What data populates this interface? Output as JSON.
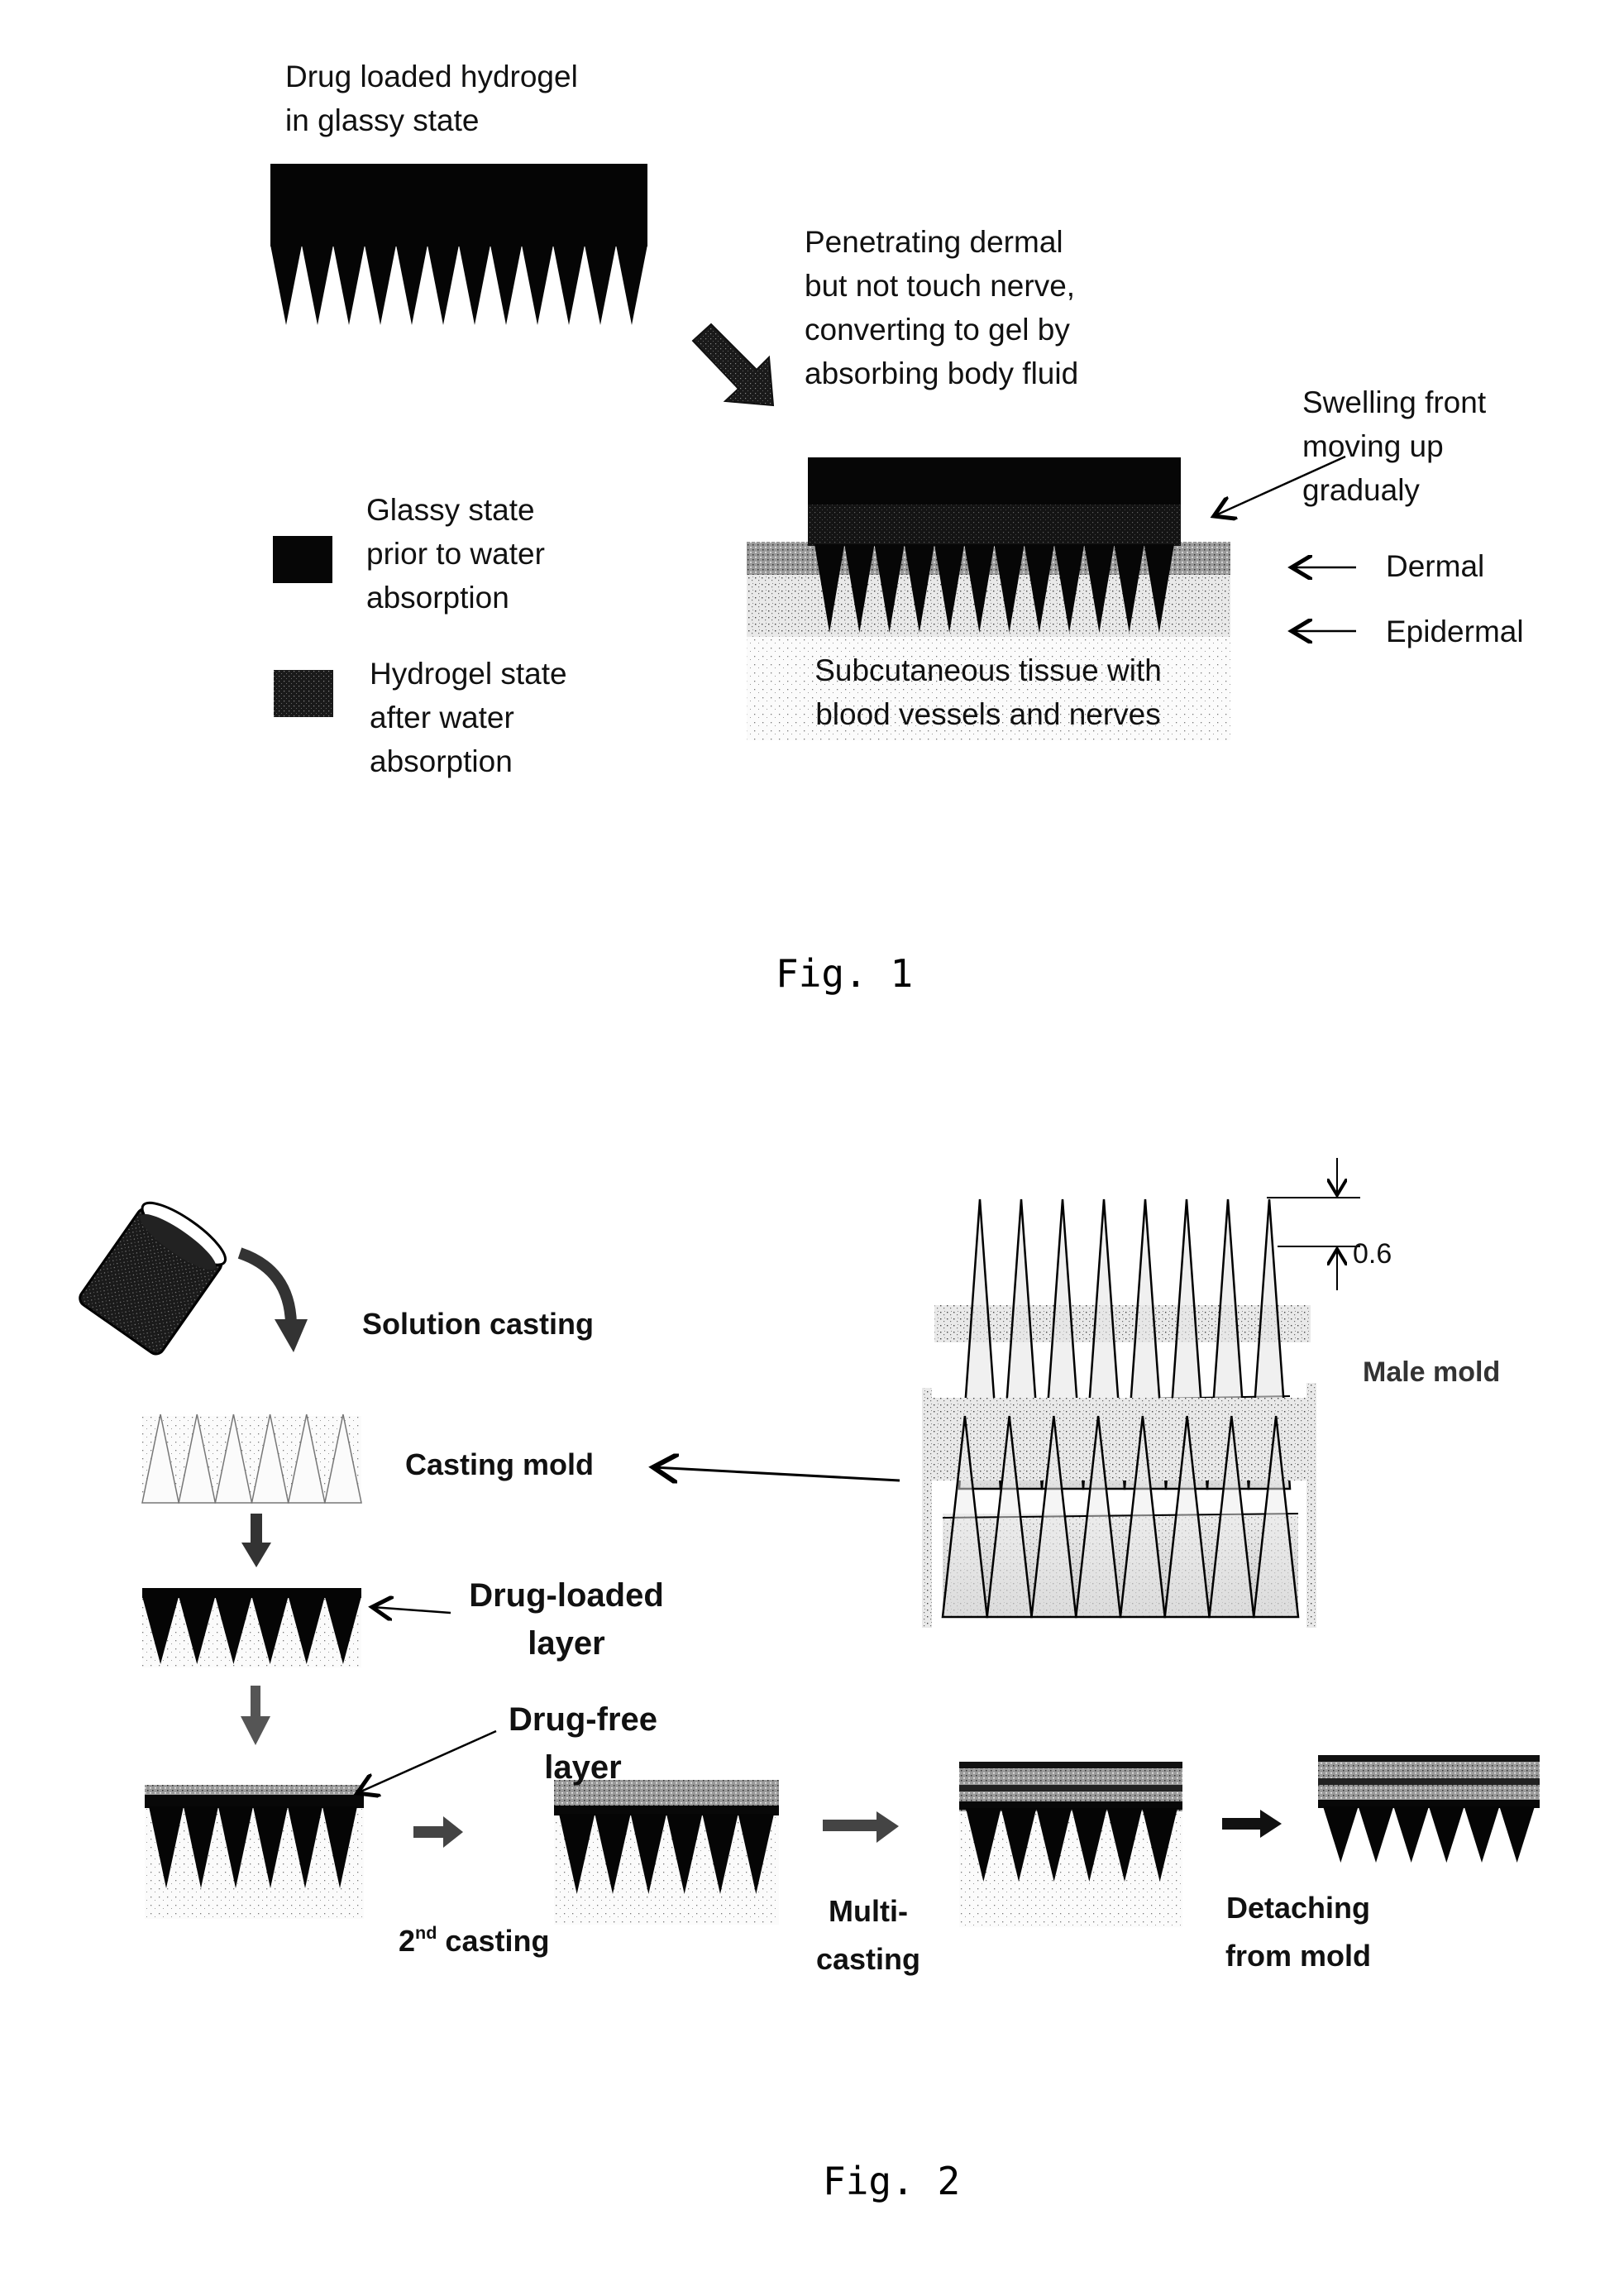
{
  "fig1": {
    "caption": "Fig. 1",
    "patch_label_line1": "Drug loaded hydrogel",
    "patch_label_line2": "in glassy state",
    "process_note": [
      "Penetrating dermal",
      "but not touch nerve,",
      "converting to gel by",
      "absorbing body fluid"
    ],
    "swelling_note": [
      "Swelling front",
      "moving up",
      "gradualy"
    ],
    "layer_labels": {
      "dermal": "Dermal",
      "epidermal": "Epidermal"
    },
    "subcutaneous_label": [
      "Subcutaneous tissue with",
      "blood vessels and nerves"
    ],
    "legend": [
      {
        "key": "glassy",
        "lines": [
          "Glassy state",
          "prior to water",
          "absorption"
        ]
      },
      {
        "key": "hydrogel",
        "lines": [
          "Hydrogel state",
          "after water",
          "absorption"
        ]
      }
    ],
    "colors": {
      "glassy": "#050505",
      "hydrogel": "#1e1e1e",
      "dermal": "#3a3a3a",
      "epidermal": "#cfcfcf"
    }
  },
  "fig2": {
    "caption": "Fig. 2",
    "labels": {
      "solution_casting": "Solution casting",
      "casting_mold": "Casting mold",
      "male_mold": "Male mold",
      "dimension": "0.6",
      "drug_loaded": [
        "Drug-loaded",
        "layer"
      ],
      "drug_free": [
        "Drug-free",
        "layer"
      ],
      "second_casting_num": "2",
      "second_casting_sup": "nd",
      "second_casting_text": " casting",
      "multi_casting": [
        "Multi-",
        "casting"
      ],
      "detaching": [
        "Detaching",
        "from mold"
      ]
    }
  }
}
